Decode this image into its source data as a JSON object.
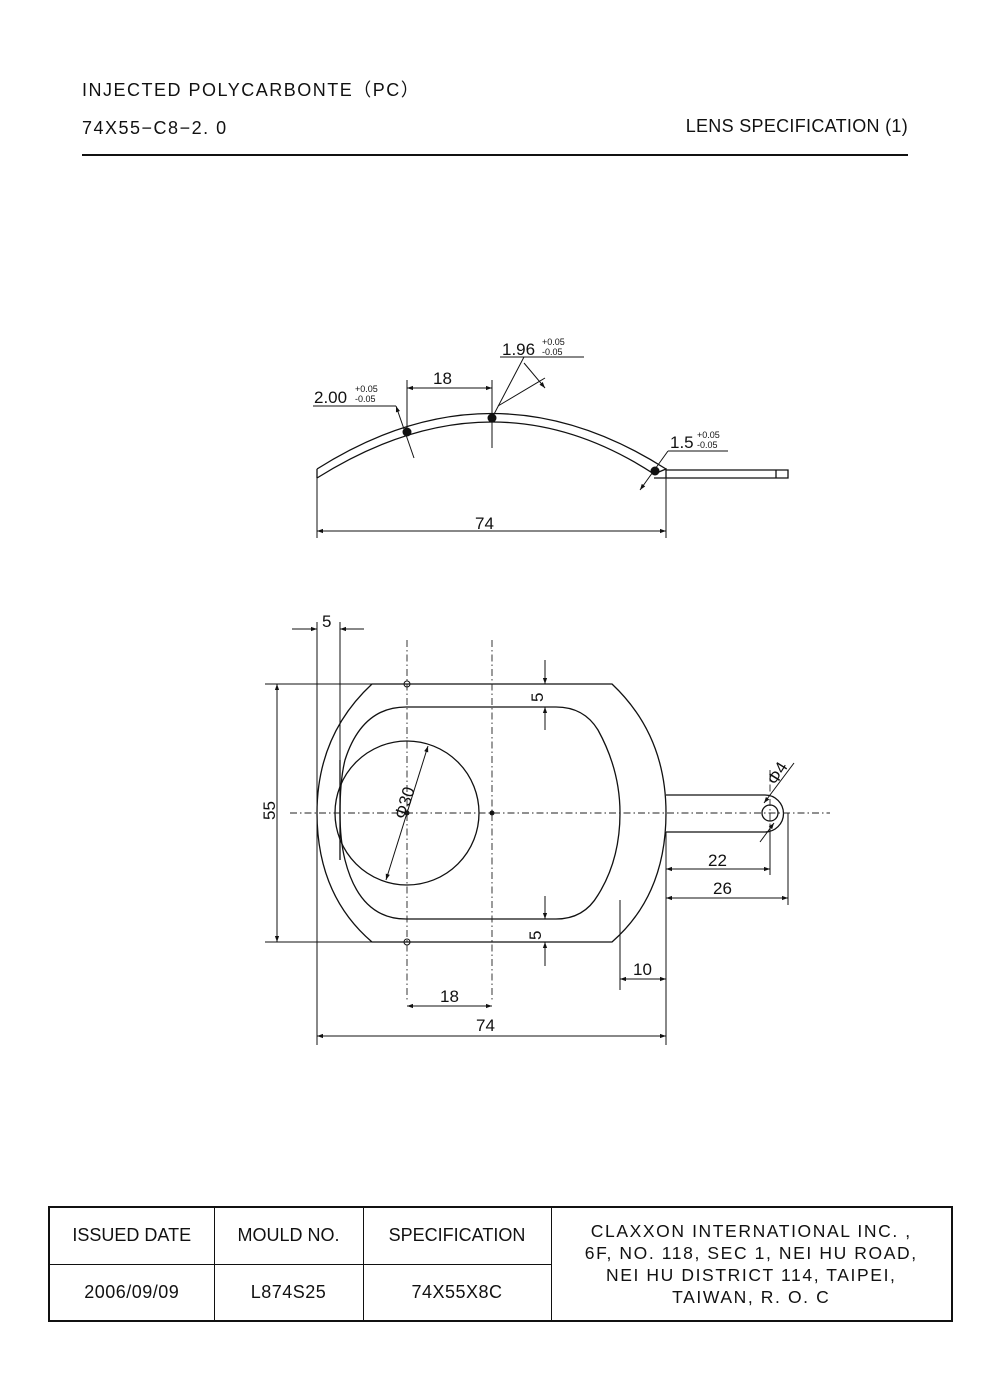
{
  "header": {
    "material": "INJECTED POLYCARBONTE（PC）",
    "part_number": "74X55−C8−2. 0",
    "sheet_title": "LENS SPECIFICATION (1)"
  },
  "side_view": {
    "thickness_left": "2.00",
    "thickness_left_tol_plus": "+0.05",
    "thickness_left_tol_minus": "-0.05",
    "thickness_center": "1.96",
    "thickness_center_tol_plus": "+0.05",
    "thickness_center_tol_minus": "-0.05",
    "thickness_right": "1.5",
    "thickness_right_tol_plus": "+0.05",
    "thickness_right_tol_minus": "-0.05",
    "offset": "18",
    "overall_width": "74"
  },
  "top_view": {
    "left_margin": "5",
    "height": "55",
    "circle_diameter": "Φ30",
    "hole_diameter": "Φ4",
    "top_gap": "5",
    "bottom_gap": "5",
    "tab_to_hole": "22",
    "tab_overall": "26",
    "right_margin": "10",
    "center_offset": "18",
    "overall_width": "74"
  },
  "title_block": {
    "issued_date_label": "ISSUED DATE",
    "issued_date_value": "2006/09/09",
    "mould_no_label": "MOULD NO.",
    "mould_no_value": "L874S25",
    "specification_label": "SPECIFICATION",
    "specification_value": "74X55X8C",
    "company_lines": [
      "CLAXXON INTERNATIONAL INC. ,",
      "6F, NO. 118, SEC 1,  NEI HU ROAD,",
      "NEI HU DISTRICT 114, TAIPEI,",
      "TAIWAN, R. O. C"
    ]
  }
}
